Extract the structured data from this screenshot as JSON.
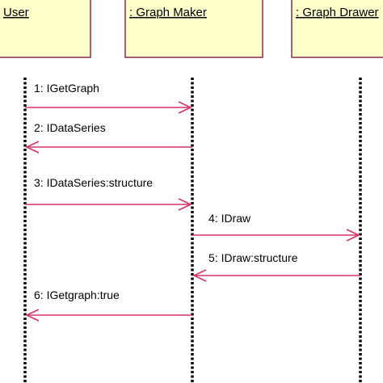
{
  "colors": {
    "box_fill": "#ffffcc",
    "box_border": "#8b2a4a",
    "message_arrow": "#d6336c",
    "lifeline": "#000000"
  },
  "lifelines": [
    {
      "id": "user",
      "label": "User"
    },
    {
      "id": "graph_maker",
      "label": ": Graph Maker"
    },
    {
      "id": "graph_drawer",
      "label": ": Graph Drawer"
    }
  ],
  "messages": [
    {
      "label": "1: IGetGraph",
      "from": "user",
      "to": "graph_maker"
    },
    {
      "label": "2: IDataSeries",
      "from": "graph_maker",
      "to": "user"
    },
    {
      "label": "3: IDataSeries:structure",
      "from": "user",
      "to": "graph_maker"
    },
    {
      "label": "4: IDraw",
      "from": "graph_maker",
      "to": "graph_drawer"
    },
    {
      "label": "5: IDraw:structure",
      "from": "graph_drawer",
      "to": "graph_maker"
    },
    {
      "label": "6: IGetgraph:true",
      "from": "graph_maker",
      "to": "user"
    }
  ]
}
